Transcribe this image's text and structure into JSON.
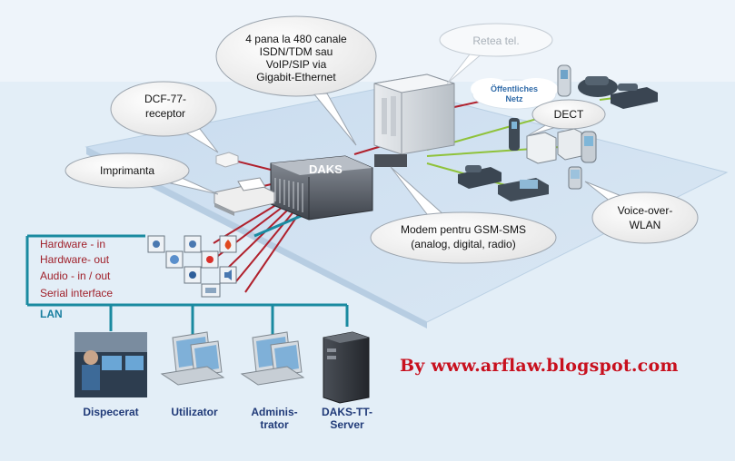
{
  "callouts": {
    "channels": [
      "4 pana la 480 canale",
      "ISDN/TDM sau",
      "VoIP/SIP via",
      "Gigabit-Ethernet"
    ],
    "network": "Retea tel.",
    "dcf": [
      "DCF-77-",
      "receptor"
    ],
    "printer": "Imprimanta",
    "dect": "DECT",
    "modem": [
      "Modem pentru GSM-SMS",
      "(analog, digital, radio)"
    ],
    "wlan": [
      "Voice-over-",
      "WLAN"
    ]
  },
  "public_net": [
    "Öffentliches",
    "Netz"
  ],
  "daks_label": "DAKS",
  "io_labels": [
    "Hardware - in",
    "Hardware- out",
    "Audio - in / out",
    "Serial interface"
  ],
  "lan_label": "LAN",
  "stations": [
    {
      "label": "Dispecerat"
    },
    {
      "label": "Utilizator"
    },
    {
      "label_lines": [
        "Adminis-",
        "trator"
      ]
    },
    {
      "label_lines": [
        "DAKS-TT-",
        "Server"
      ]
    }
  ],
  "credit": "By www.arflaw.blogspot.com",
  "colors": {
    "background": "#e3eef7",
    "platform": "#cfe2f2",
    "line_red": "#b0202c",
    "line_green": "#8fc23a",
    "lan": "#1a8aa0",
    "label_text": "#a0202a",
    "station_text": "#203a78",
    "credit": "#c8101e"
  }
}
